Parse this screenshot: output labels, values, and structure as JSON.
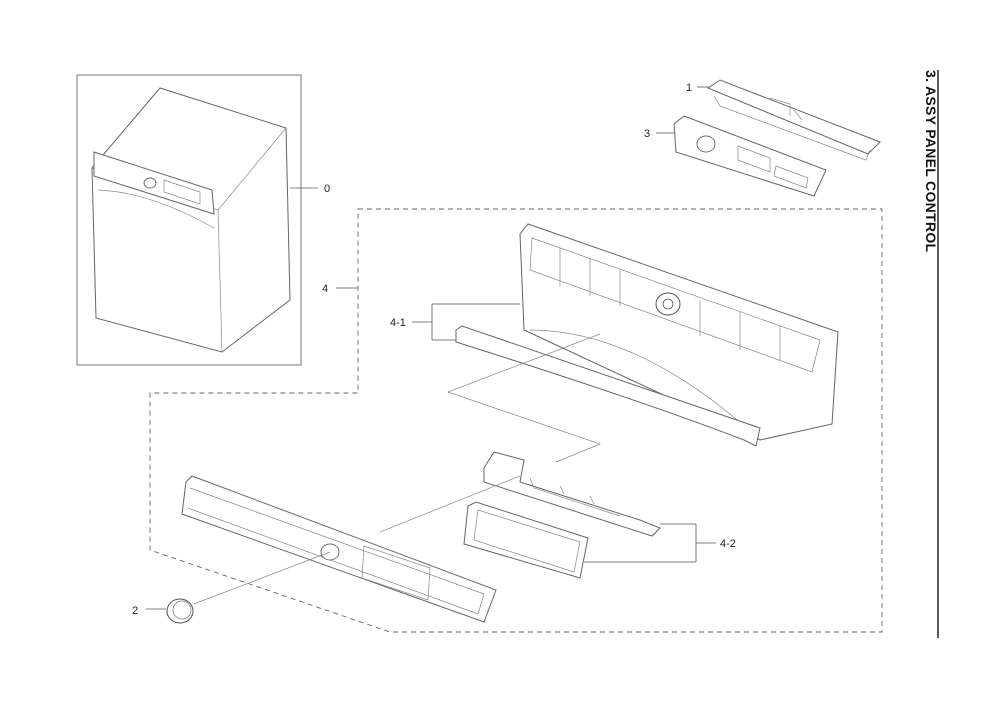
{
  "page": {
    "section_title": "3. ASSY PANEL CONTROL"
  },
  "callouts": {
    "c0": "0",
    "c1": "1",
    "c2": "2",
    "c3": "3",
    "c4": "4",
    "c4_1": "4-1",
    "c4_2": "4-2"
  }
}
